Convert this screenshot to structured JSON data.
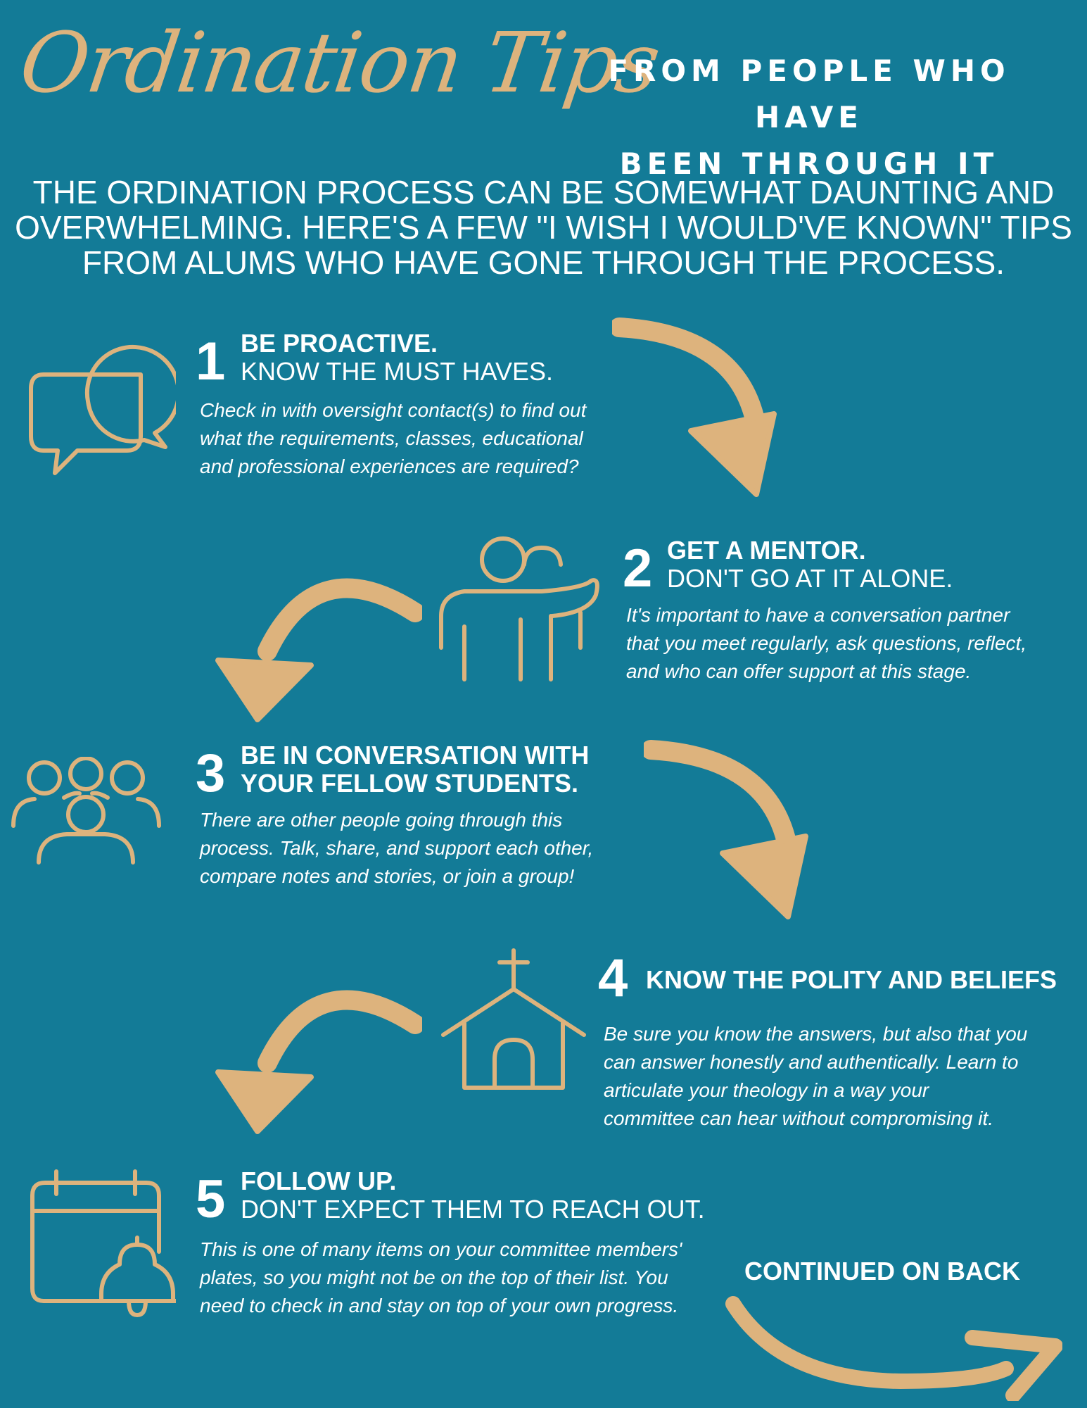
{
  "header": {
    "title": "Ordination Tips",
    "subtitle_lines": [
      "FROM PEOPLE WHO HAVE",
      "BEEN THROUGH IT"
    ]
  },
  "intro_lines": [
    "THE ORDINATION PROCESS CAN BE SOMEWHAT DAUNTING AND",
    "OVERWHELMING. HERE'S A FEW \"I WISH I WOULD'VE KNOWN\" TIPS",
    "FROM ALUMS WHO HAVE GONE THROUGH THE PROCESS."
  ],
  "tips": [
    {
      "number": "1",
      "heading_bold": "BE PROACTIVE.",
      "heading_rest": "KNOW THE MUST HAVES.",
      "body_lines": [
        "Check in with oversight contact(s) to find out",
        "what the requirements, classes, educational",
        "and professional experiences are required?"
      ]
    },
    {
      "number": "2",
      "heading_bold": "GET A MENTOR.",
      "heading_rest": "DON'T GO AT IT ALONE.",
      "body_lines": [
        "It's important to have a conversation partner",
        "that you meet regularly, ask questions, reflect,",
        "and who can offer support at this stage."
      ]
    },
    {
      "number": "3",
      "heading_bold": "BE IN CONVERSATION WITH",
      "heading_rest": "YOUR FELLOW STUDENTS.",
      "body_lines": [
        "There are other people going through this",
        "process. Talk, share, and support each other,",
        "compare notes and stories, or join a group!"
      ]
    },
    {
      "number": "4",
      "heading_bold": "KNOW THE POLITY AND BELIEFS",
      "heading_rest": "",
      "body_lines": [
        "Be sure you know the answers, but also that you",
        "can answer honestly and authentically. Learn to",
        "articulate your theology in a way your",
        "committee can hear without compromising it."
      ]
    },
    {
      "number": "5",
      "heading_bold": "FOLLOW UP.",
      "heading_rest": "DON'T EXPECT THEM TO REACH OUT.",
      "body_lines": [
        "This is one of many items on your committee members'",
        "plates, so you might not be on the top of their list. You",
        "need to check in and stay on top of your own progress."
      ]
    }
  ],
  "footer": {
    "continued": "CONTINUED ON BACK"
  },
  "colors": {
    "background": "#137b97",
    "accent": "#ddb37d",
    "text": "#ffffff"
  },
  "icons": [
    "chat-bubbles-icon",
    "mentor-people-icon",
    "group-people-icon",
    "church-icon",
    "calendar-bell-icon"
  ]
}
